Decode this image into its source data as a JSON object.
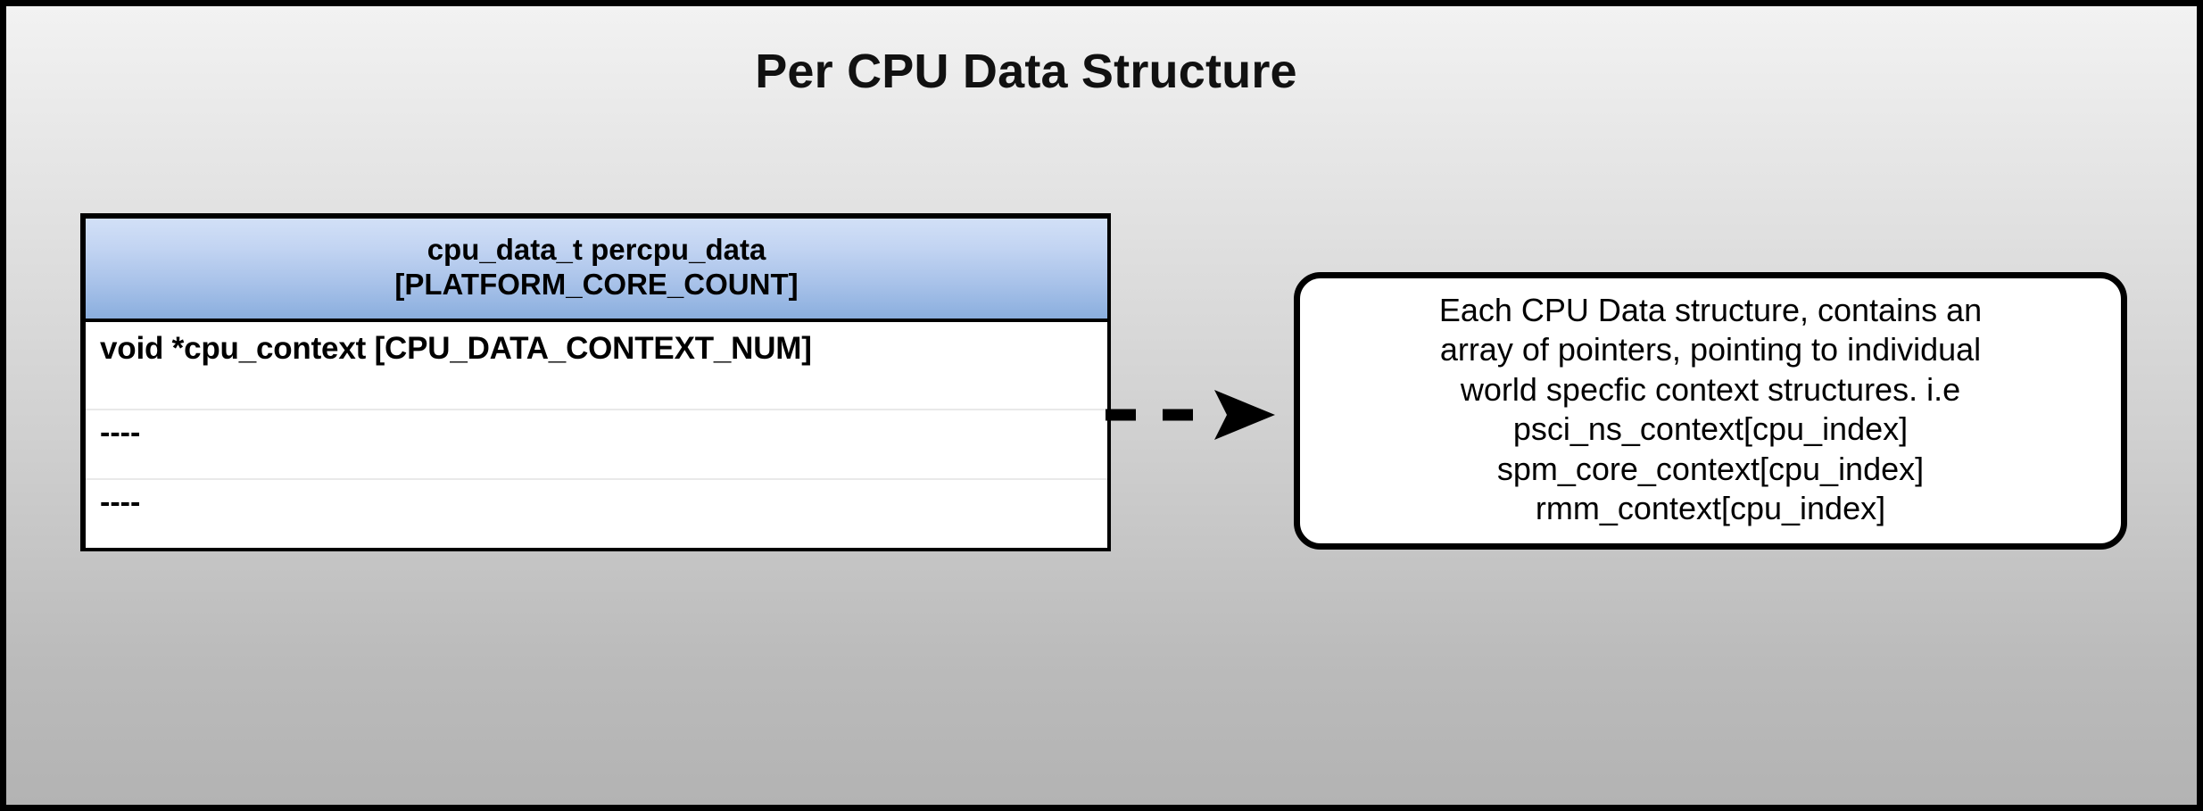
{
  "title": "Per CPU Data Structure",
  "struct_table": {
    "header_lines": [
      "cpu_data_t percpu_data",
      "[PLATFORM_CORE_COUNT]"
    ],
    "rows": [
      "void *cpu_context [CPU_DATA_CONTEXT_NUM]",
      "----",
      "----"
    ]
  },
  "connector": {
    "style": "dashed-arrow",
    "direction": "right"
  },
  "callout": {
    "lines": [
      "Each CPU Data structure, contains an",
      "array of pointers, pointing to individual",
      "world specfic context structures. i.e",
      "psci_ns_context[cpu_index]",
      "spm_core_context[cpu_index]",
      "rmm_context[cpu_index]"
    ]
  },
  "colors": {
    "header_gradient_top": "#d2e0f7",
    "header_gradient_bottom": "#8aaede",
    "background_top": "#f2f2f2",
    "background_bottom": "#b3b3b3",
    "stroke": "#000000",
    "row_divider": "#e9e9e9"
  }
}
